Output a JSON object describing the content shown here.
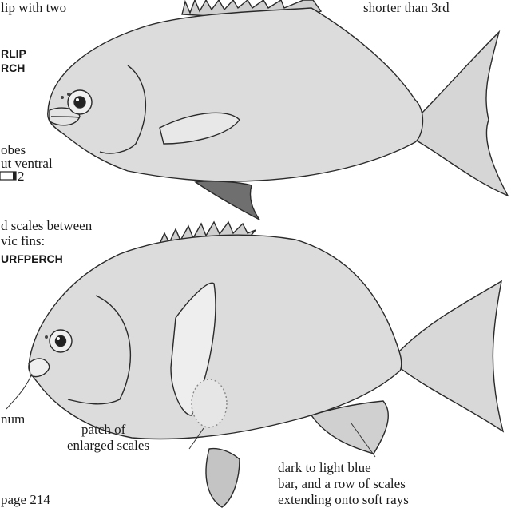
{
  "labels": {
    "lip_note": "lip with two",
    "spine_note": "shorter than 3rd",
    "species_upper_line1": "RLIP",
    "species_upper_line2": "RCH",
    "lobes_note": "obes",
    "ventral_note": "ut ventral",
    "ventral_scale_number": "2",
    "scales_note_line1": "d scales between",
    "scales_note_line2": "vic fins:",
    "species_lower": "URFPERCH",
    "frenum_note": "num",
    "patch_note_line1": "patch of",
    "patch_note_line2": "enlarged scales",
    "bar_note_line1": "dark to light blue",
    "bar_note_line2": "bar, and a row of scales",
    "bar_note_line3": "extending onto soft rays",
    "page_ref": "page 214"
  }
}
